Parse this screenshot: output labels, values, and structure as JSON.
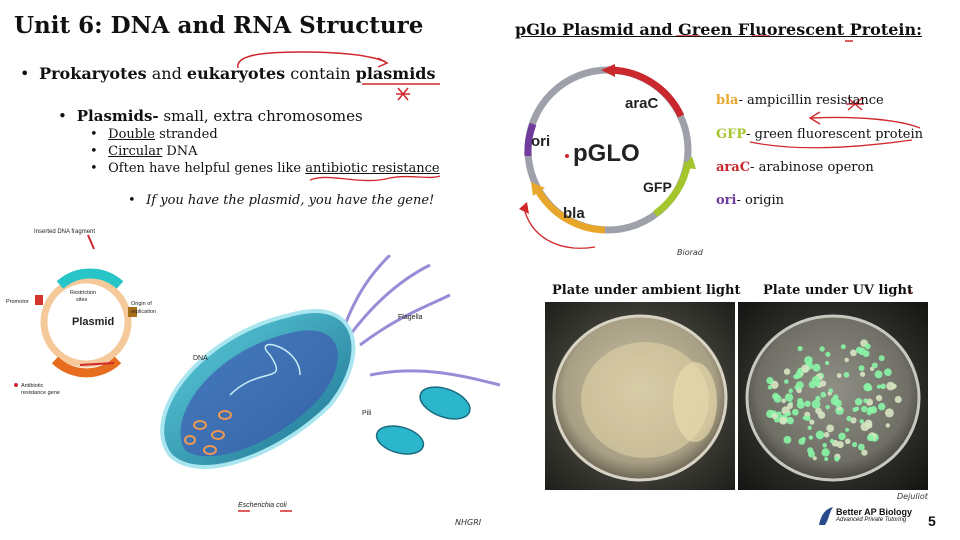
{
  "title": "Unit 6: DNA and RNA Structure",
  "bullets": {
    "b1_prokaryotes": "Prokaryotes",
    "b1_and": " and ",
    "b1_eukaryotes": "eukaryotes",
    "b1_contain": " contain ",
    "b1_plasmids": "plasmids",
    "b2_label": "Plasmids-",
    "b2_text": " small, extra chromosomes",
    "b3_double": "Double",
    "b3_double_rest": " stranded",
    "b3_circular": "Circular",
    "b3_circular_rest": " DNA",
    "b3_genes_pre": "Often have helpful genes like ",
    "b3_genes_ab": "antibiotic resistance",
    "b4_text": "If you have the plasmid, you have the gene!"
  },
  "pglo": {
    "title": "pGlo Plasmid and Green Fluorescent Protein:",
    "center": "pGLO",
    "labels": {
      "arac": "araC",
      "ori": "ori",
      "gfp": "GFP",
      "bla": "bla"
    },
    "credit": "Biorad",
    "legend": [
      {
        "key": "bla",
        "desc": "- ampicillin resistance",
        "color": "#e8a72a"
      },
      {
        "key": "GFP",
        "desc": "- green fluorescent protein",
        "color": "#a5c52c"
      },
      {
        "key": "araC",
        "desc": "- arabinose operon",
        "color": "#c9282d"
      },
      {
        "key": "ori",
        "desc": "- origin",
        "color": "#6f3b9c"
      }
    ]
  },
  "plates": {
    "ambient": "Plate under ambient light",
    "uv": "Plate under UV light",
    "credit": "Dejuliot"
  },
  "diagram": {
    "inserted": "Inserted DNA fragment",
    "restriction": "Restriction\nsites",
    "promotor": "Promotor",
    "plasmid": "Plasmid",
    "origin": "Origin of\nreplication",
    "antibiotic": "Antibiotic\nresistance gene",
    "dna": "DNA",
    "flagella": "Flagella",
    "pili": "Pili",
    "ecoli": "Escherichia coli",
    "credit": "NHGRI"
  },
  "footer": {
    "brand1": "Better AP Biology",
    "brand2": "Advanced Private Tutoring",
    "page": "5"
  },
  "colors": {
    "red_ink": "#d0282d",
    "arac": "#c9282d",
    "gfp": "#a5c52c",
    "bla": "#e8a72a",
    "ori": "#6f3b9c"
  }
}
